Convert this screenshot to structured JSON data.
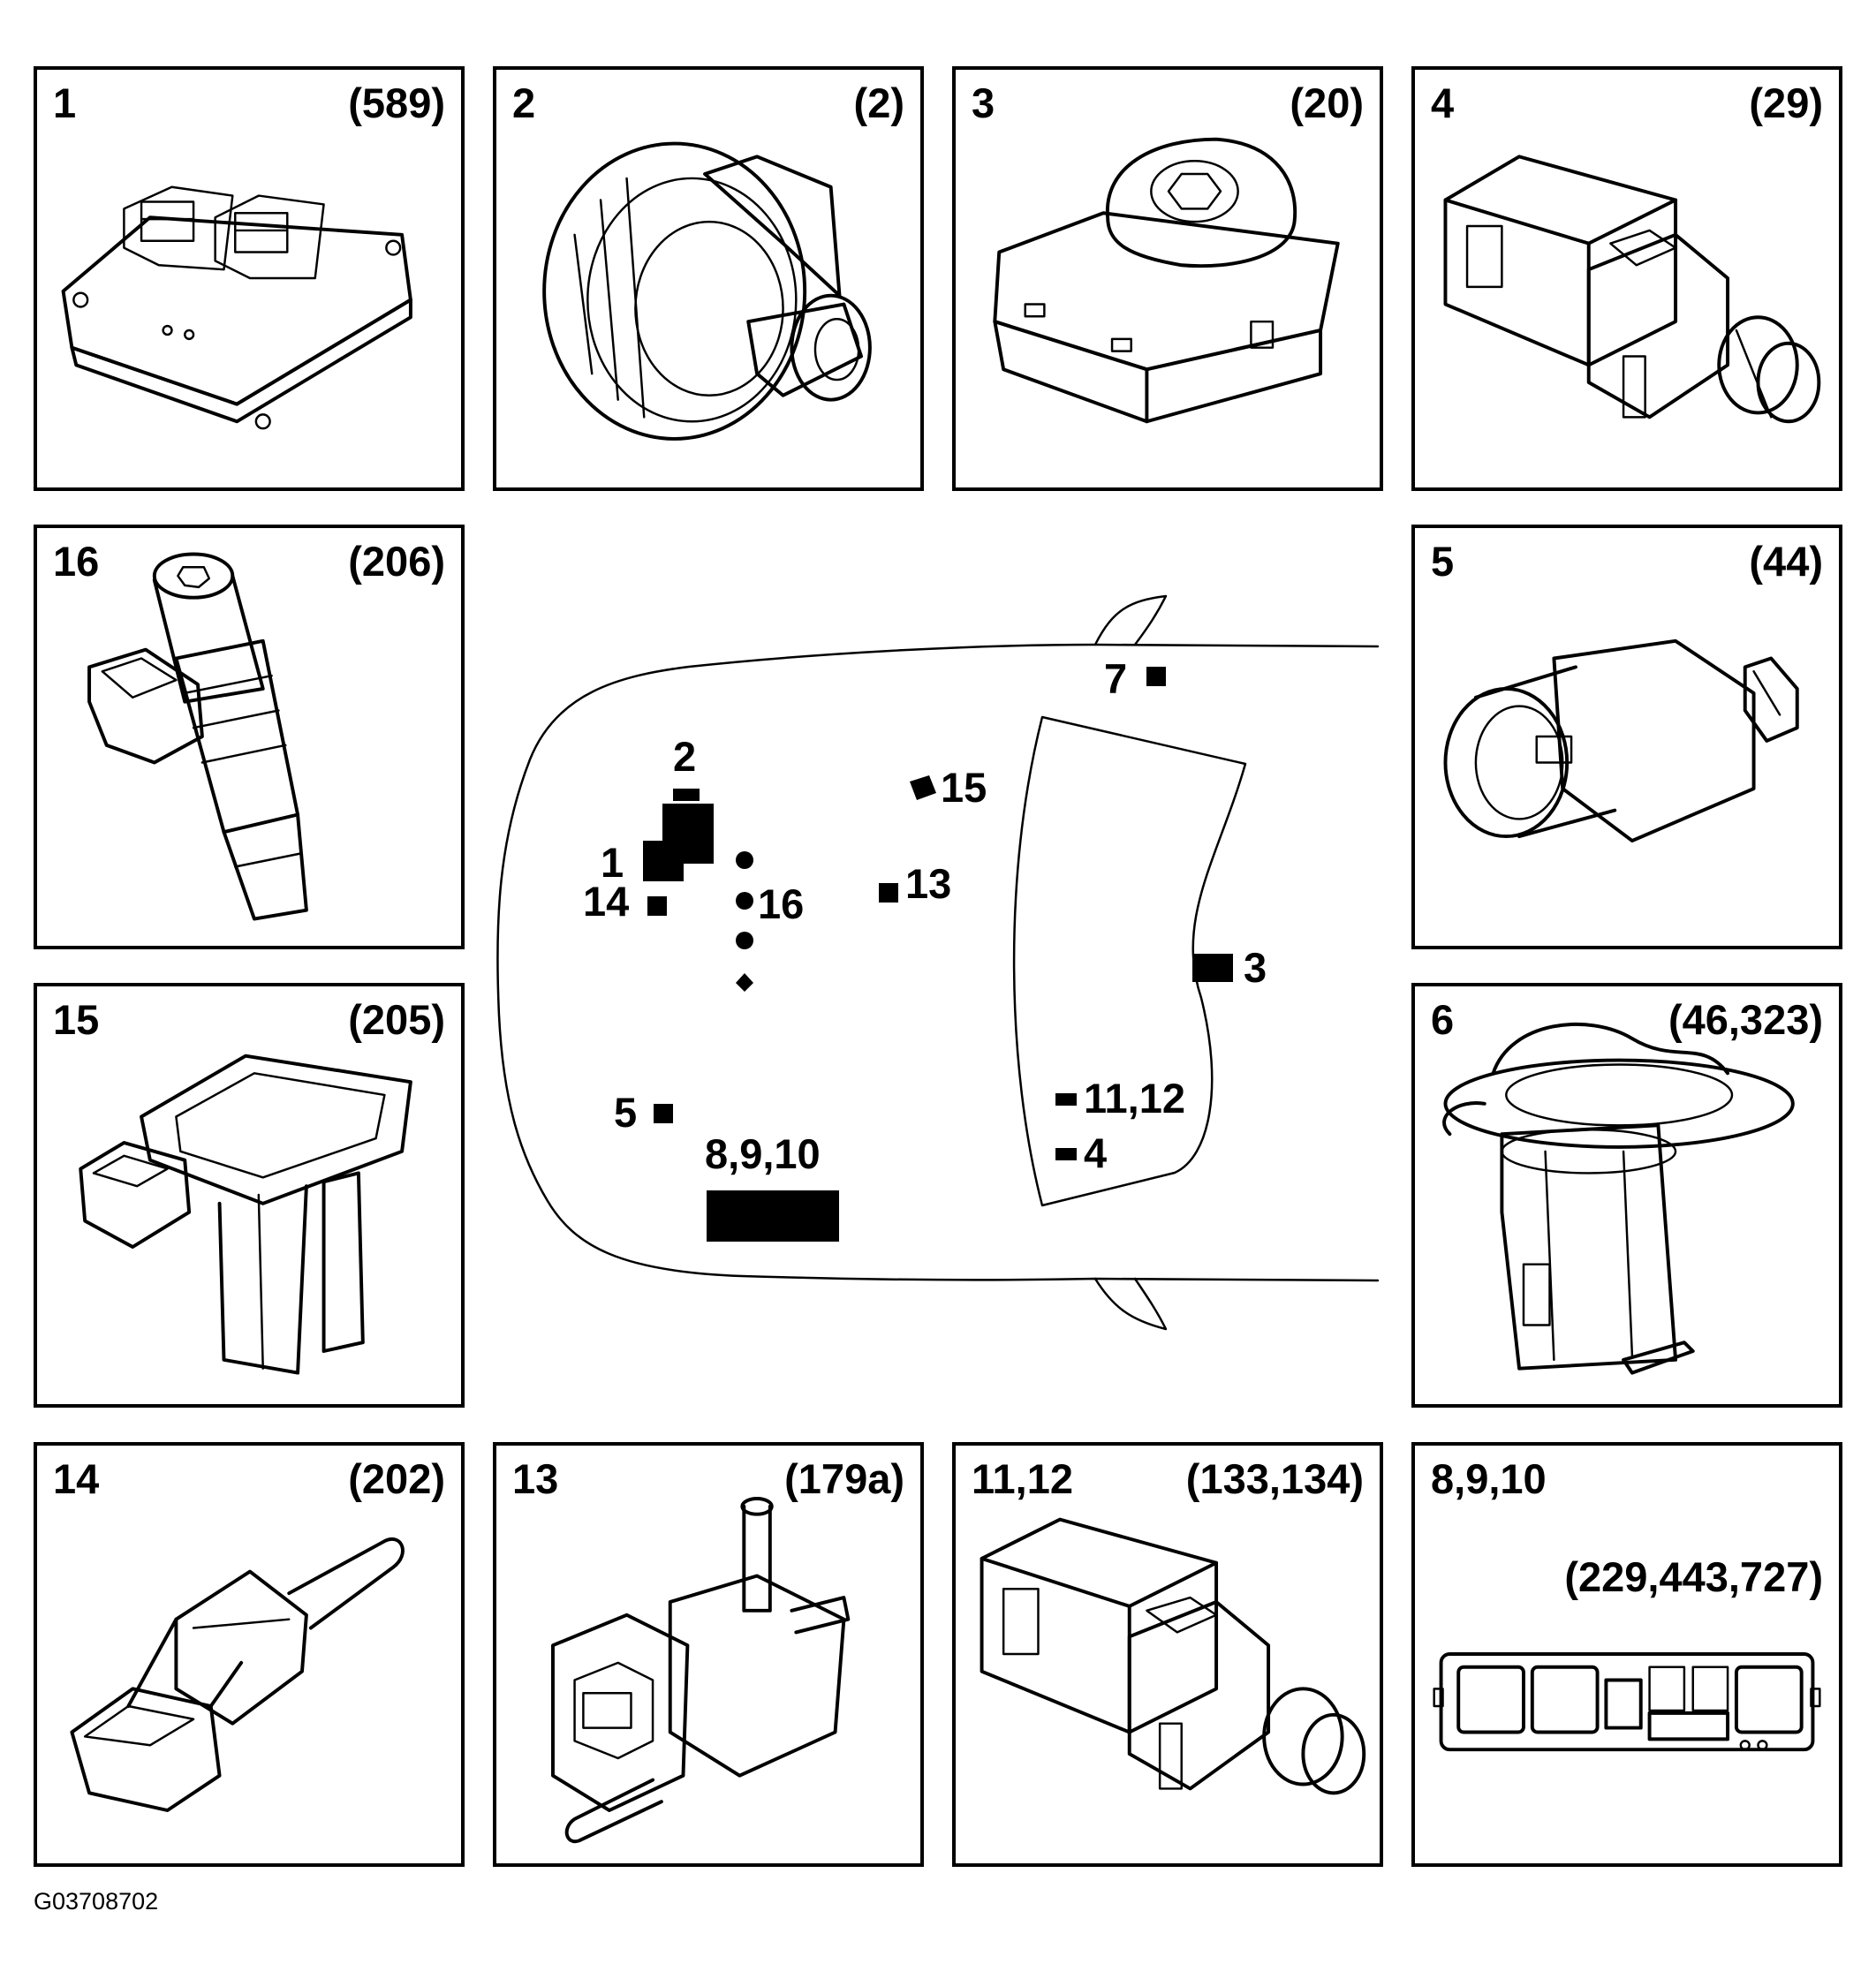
{
  "panels": [
    {
      "num": "1",
      "ref": "(589)",
      "icon": "control-module-icon"
    },
    {
      "num": "2",
      "ref": "(2)",
      "icon": "alternator-icon"
    },
    {
      "num": "3",
      "ref": "(20)",
      "icon": "ignition-switch-icon"
    },
    {
      "num": "4",
      "ref": "(29)",
      "icon": "brake-light-switch-icon"
    },
    {
      "num": "16",
      "ref": "(206)",
      "icon": "fuel-injector-icon"
    },
    {
      "num": "5",
      "ref": "(44)",
      "icon": "pressure-sensor-icon"
    },
    {
      "num": "15",
      "ref": "(205)",
      "icon": "mass-airflow-sensor-icon"
    },
    {
      "num": "6",
      "ref": "(46,323)",
      "icon": "fuel-pump-icon"
    },
    {
      "num": "14",
      "ref": "(202)",
      "icon": "temperature-sensor-icon"
    },
    {
      "num": "13",
      "ref": "(179a)",
      "icon": "solenoid-valve-icon"
    },
    {
      "num": "11,12",
      "ref": "(133,134)",
      "icon": "pedal-switch-icon"
    },
    {
      "num": "8,9,10",
      "ref": "(229,443,727)",
      "icon": "relay-box-icon"
    }
  ],
  "map_labels": {
    "m1": "1",
    "m2": "2",
    "m3": "3",
    "m4": "4",
    "m5": "5",
    "m7": "7",
    "m8": "8,9,10",
    "m11": "11,12",
    "m13": "13",
    "m14": "14",
    "m15": "15",
    "m16": "16"
  },
  "figure_code": "G03708702"
}
